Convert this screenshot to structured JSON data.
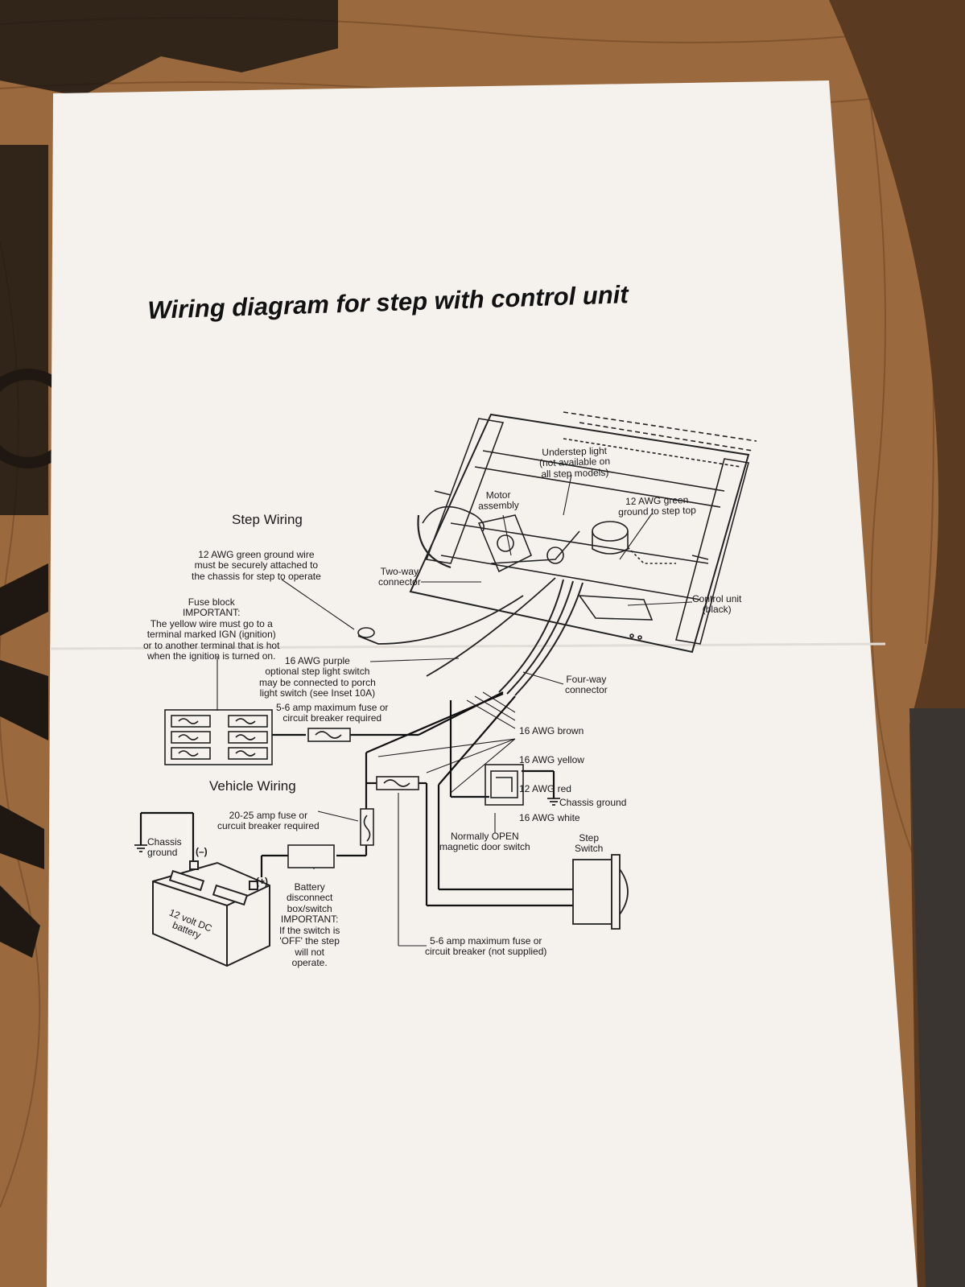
{
  "title": "Wiring diagram for step with control unit",
  "sections": {
    "step_wiring": "Step Wiring",
    "vehicle_wiring": "Vehicle Wiring"
  },
  "labels": {
    "understep_light": "Understep light\n(not available on\nall step models)",
    "motor_assembly": "Motor\nassembly",
    "green_ground_top": "12 AWG green\nground to step top",
    "green_ground_note": "12 AWG green ground wire\nmust be securely attached to\nthe chassis for step to operate",
    "two_way_connector": "Two-way\nconnector",
    "control_unit": "Control unit\n(black)",
    "fuse_block": "Fuse block\nIMPORTANT:\nThe yellow wire must go to a\nterminal marked IGN (ignition)\nor to another terminal that is hot\nwhen the ignition is turned on.",
    "purple_wire": "16 AWG purple\noptional step light switch\nmay be connected to porch\nlight switch (see Inset 10A)",
    "four_way_connector": "Four-way\nconnector",
    "fuse_5_6_required": "5-6 amp maximum fuse or\ncircuit breaker required",
    "wire_colors": [
      "16 AWG brown",
      "16 AWG yellow",
      "12 AWG red",
      "16 AWG white"
    ],
    "chassis_ground_right": "Chassis ground",
    "fuse_20_25": "20-25 amp fuse or\ncurcuit breaker required",
    "chassis_ground_left": "Chassis\nground",
    "neg": "(–)",
    "pos": "(+)",
    "battery": "12 volt DC\nbattery",
    "door_switch": "Normally OPEN\nmagnetic door switch",
    "step_switch": "Step\nSwitch",
    "battery_disconnect": "Battery\ndisconnect\nbox/switch\nIMPORTANT:\nIf the switch is\n'OFF' the step\nwill not\noperate.",
    "fuse_not_supplied": "5-6 amp maximum fuse or\ncircuit breaker (not supplied)"
  }
}
